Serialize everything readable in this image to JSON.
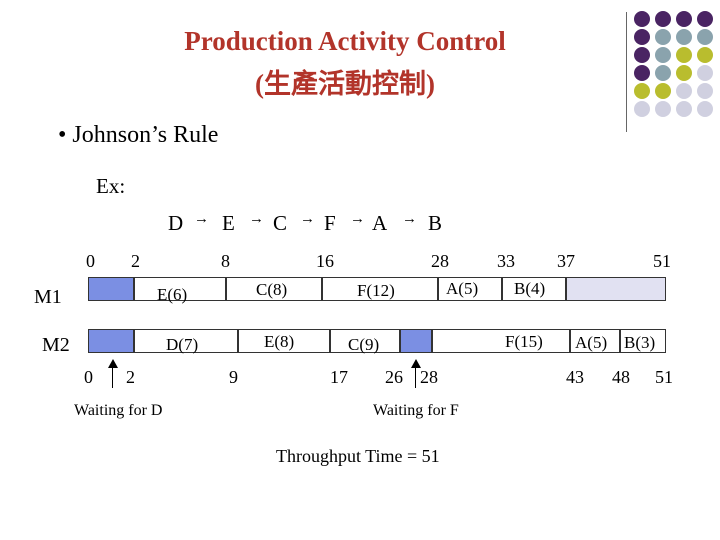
{
  "title": {
    "line1": "Production Activity Control",
    "line2": "(生產活動控制)"
  },
  "bullet": "• Johnson’s Rule",
  "ex_label": "Ex:",
  "sequence": [
    "D",
    "E",
    "C",
    "F",
    "A",
    "B"
  ],
  "sequence_arrow": "→",
  "m1": {
    "label": "M1",
    "ticks": [
      "0",
      "2",
      "8",
      "16",
      "28",
      "33",
      "37",
      "51"
    ],
    "labels": [
      "E(6)",
      "C(8)",
      "F(12)",
      "A(5)",
      "B(4)"
    ]
  },
  "m2": {
    "label": "M2",
    "ticks": [
      "0",
      "2",
      "9",
      "17",
      "26",
      "28",
      "43",
      "48",
      "51"
    ],
    "labels": [
      "D(7)",
      "E(8)",
      "C(9)",
      "F(15)",
      "A(5)",
      "B(3)"
    ]
  },
  "waiting": {
    "d": "Waiting for D",
    "f": "Waiting for F"
  },
  "throughput": "Throughput Time = 51",
  "colors": {
    "title": "#b2342a",
    "blue": "#7b8fe3",
    "lavender": "#e1e1f2",
    "purple": "#4a2463",
    "teal": "#8aa3ad",
    "olive": "#b9bd2e",
    "light": "#d0d0e0"
  }
}
